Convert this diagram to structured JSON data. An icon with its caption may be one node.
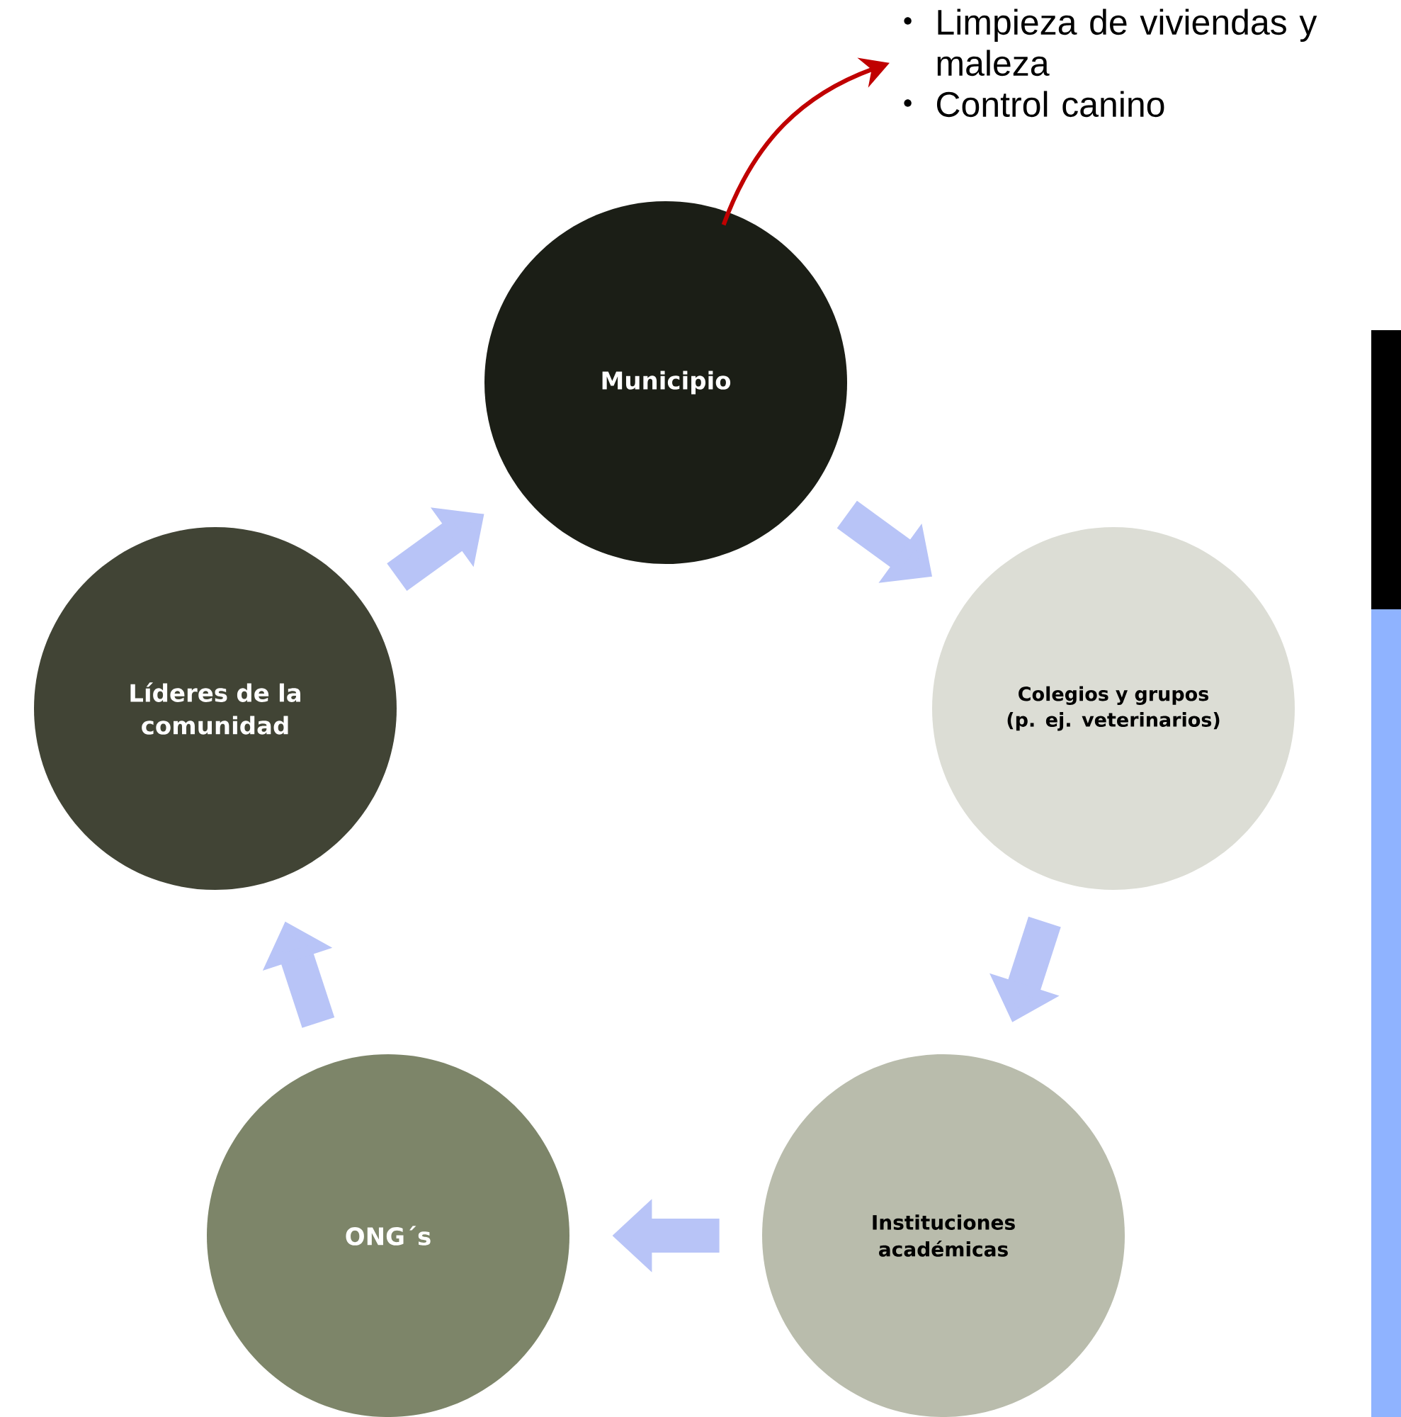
{
  "diagram": {
    "nodes": [
      {
        "text": [
          "Limpieza de viviendas y maleza",
          "Control canino"
        ]
      },
      {
        "text": [
          "Municipio"
        ]
      },
      {
        "text": [
          "Colegios y grupos (p. ej. veterinarios)"
        ]
      },
      {
        "text": [
          "Instituciones académicas"
        ]
      },
      {
        "text": [
          "ONG´s"
        ]
      },
      {
        "text": [
          "Líderes de la comunidad"
        ]
      },
      {
        "text": [],
        "shape": "bar"
      },
      {
        "text": [],
        "shape": "bar"
      }
    ],
    "edges": [
      {
        "from": 1,
        "to": 0,
        "arrow": "to",
        "color": "#c00000"
      },
      {
        "from": 1,
        "to": 2,
        "arrow": "to"
      },
      {
        "from": 2,
        "to": 3,
        "arrow": "to"
      },
      {
        "from": 3,
        "to": 4,
        "arrow": "to"
      },
      {
        "from": 4,
        "to": 5,
        "arrow": "to"
      },
      {
        "from": 5,
        "to": 1,
        "arrow": "to"
      }
    ]
  }
}
